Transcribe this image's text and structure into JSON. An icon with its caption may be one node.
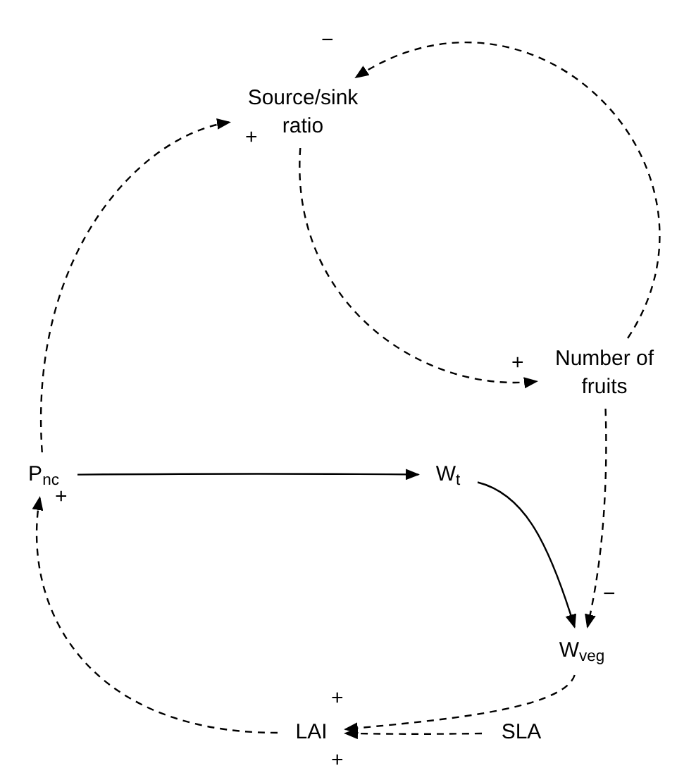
{
  "diagram": {
    "nodes": [
      {
        "text": [
          "Source/sink ratio"
        ]
      },
      {
        "text": [
          "Number of fruits"
        ]
      },
      {
        "text": [
          "P$_{nc}$"
        ]
      },
      {
        "text": [
          "W$_{t}$"
        ]
      },
      {
        "text": [
          "W$_{veg}$"
        ]
      },
      {
        "text": [
          "LAI"
        ]
      },
      {
        "text": [
          "SLA"
        ]
      }
    ],
    "edges": [
      {
        "from": 2,
        "to": 0,
        "arrow": "to",
        "label": "+",
        "style": "dashed"
      },
      {
        "from": 1,
        "to": 0,
        "arrow": "to",
        "label": "−",
        "style": "dashed"
      },
      {
        "from": 0,
        "to": 1,
        "arrow": "to",
        "label": "+",
        "style": "dashed"
      },
      {
        "from": 2,
        "to": 3,
        "arrow": "to"
      },
      {
        "from": 3,
        "to": 4,
        "arrow": "to"
      },
      {
        "from": 1,
        "to": 4,
        "arrow": "to",
        "label": "−",
        "style": "dashed"
      },
      {
        "from": 4,
        "to": 5,
        "arrow": "to",
        "label": "+",
        "style": "dashed"
      },
      {
        "from": 6,
        "to": 5,
        "arrow": "to",
        "label": "+",
        "style": "dashed"
      },
      {
        "from": 5,
        "to": 2,
        "arrow": "to",
        "label": "+",
        "style": "dashed"
      }
    ]
  }
}
